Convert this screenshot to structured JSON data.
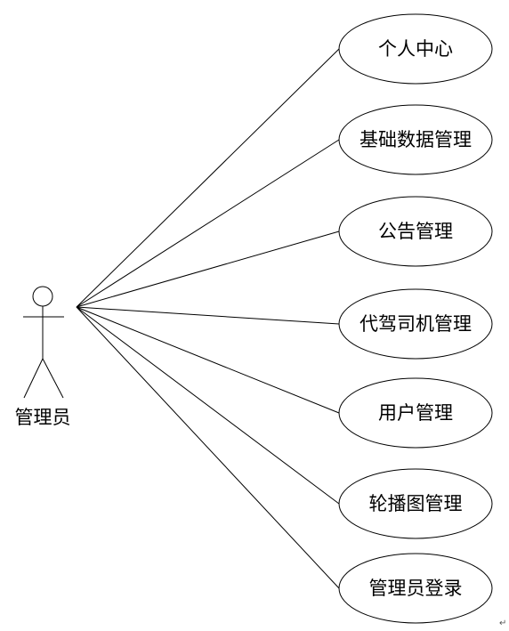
{
  "actor": {
    "label": "管理员"
  },
  "use_cases": [
    {
      "id": "uc-personal-center",
      "label": "个人中心"
    },
    {
      "id": "uc-basic-data",
      "label": "基础数据管理"
    },
    {
      "id": "uc-announcement",
      "label": "公告管理"
    },
    {
      "id": "uc-driver",
      "label": "代驾司机管理"
    },
    {
      "id": "uc-user",
      "label": "用户管理"
    },
    {
      "id": "uc-carousel",
      "label": "轮播图管理"
    },
    {
      "id": "uc-admin-login",
      "label": "管理员登录"
    }
  ],
  "paragraph_mark": "↵"
}
